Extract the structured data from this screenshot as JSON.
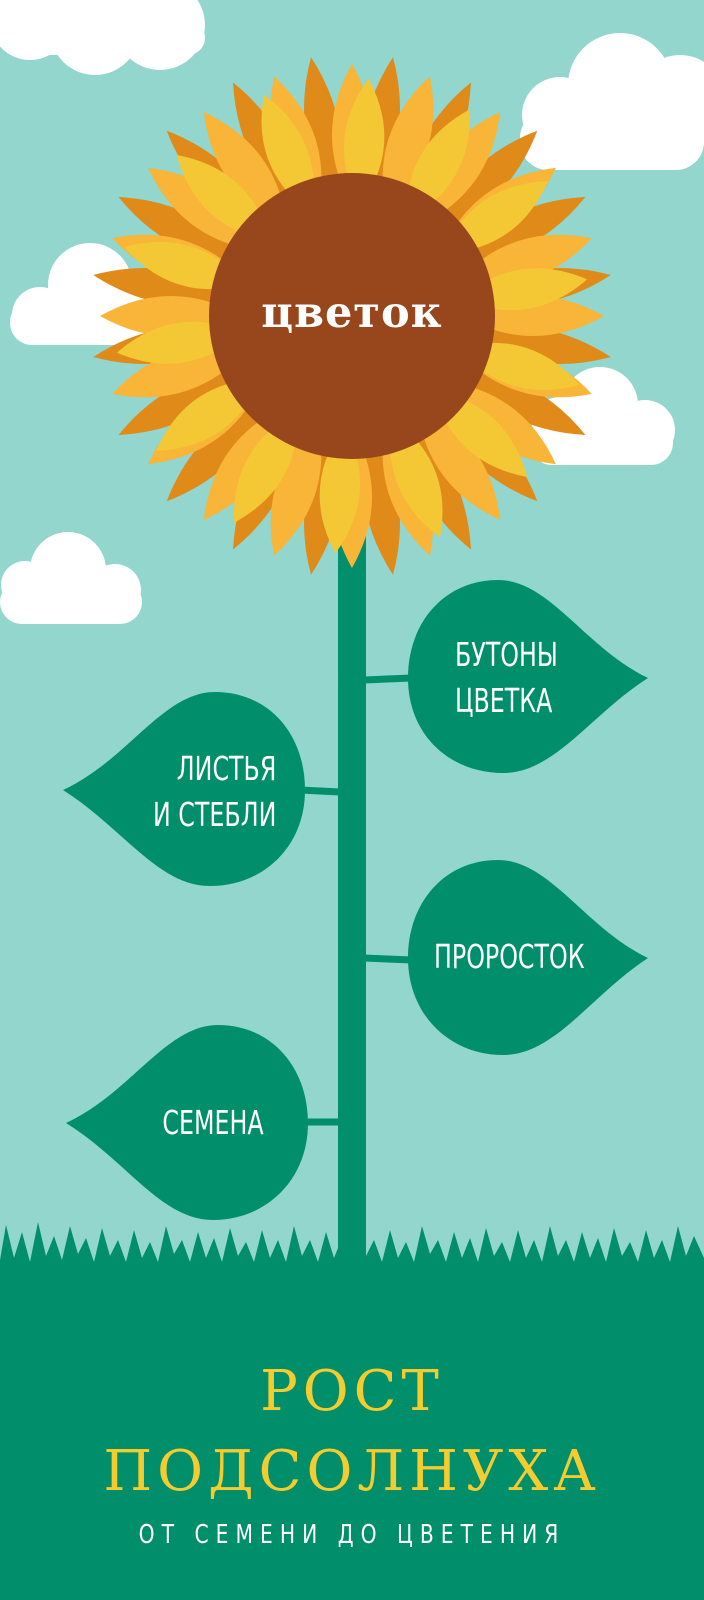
{
  "colors": {
    "sky": "#92d6cd",
    "cloud": "#ffffff",
    "green": "#008f6a",
    "petal_dark": "#e08a1a",
    "petal_mid": "#f8b537",
    "petal_light": "#f4c835",
    "flower_center": "#98461c",
    "title_yellow": "#f4cc30"
  },
  "flower": {
    "label": "цветок"
  },
  "stages": [
    {
      "id": "buds",
      "lines": [
        "БУТОНЫ",
        "ЦВЕТКА"
      ]
    },
    {
      "id": "leaves",
      "lines": [
        "ЛИСТЬЯ",
        "И СТЕБЛИ"
      ]
    },
    {
      "id": "sprout",
      "lines": [
        "ПРОРОСТОК"
      ]
    },
    {
      "id": "seeds",
      "lines": [
        "СЕМЕНА"
      ]
    }
  ],
  "footer": {
    "title_line1": "РОСТ",
    "title_line2": "ПОДСОЛНУХА",
    "subtitle": "ОТ СЕМЕНИ ДО ЦВЕТЕНИЯ"
  }
}
